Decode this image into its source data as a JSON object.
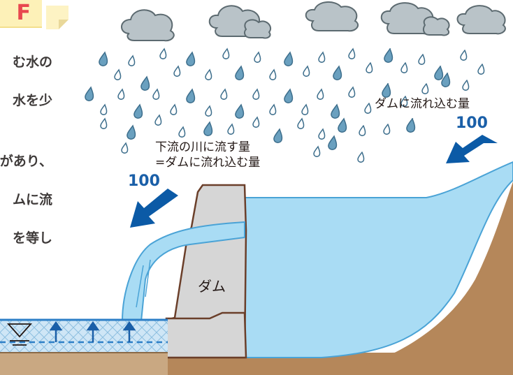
{
  "tag": {
    "letter": "F"
  },
  "side_text": [
    "む水の",
    "水を少",
    "があり、",
    "ムに流",
    "を等し"
  ],
  "labels": {
    "inflow": "ダムに流れ込む量",
    "inflow_value": "100",
    "outflow_line1": "下流の川に流す量",
    "outflow_line2": "=ダムに流れ込む量",
    "outflow_value": "100",
    "dam": "ダム"
  },
  "colors": {
    "arrow": "#0b5aa6",
    "reservoir": "#a9dcf4",
    "ground": "#b5875a",
    "dam": "#d6d6d6",
    "cloud": "#b9c3c8",
    "raindrop": "#6aa0bf",
    "tag_bg": "#fdf1b8",
    "tag_letter": "#e8484f"
  },
  "icons": [
    "cloud-icon",
    "raindrop-icon",
    "arrow-icon",
    "water-level-symbol-icon"
  ]
}
